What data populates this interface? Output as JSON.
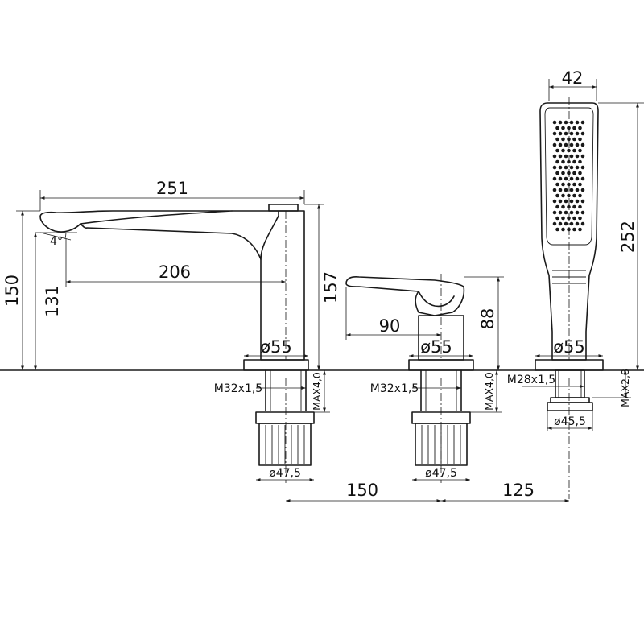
{
  "dimensions": {
    "spout_length": "251",
    "spout_reach": "206",
    "spout_angle": "4°",
    "spout_total_height": "150",
    "spout_outlet_height": "131",
    "spout_body_height": "157",
    "spout_base_diameter": "ø55",
    "spout_thread": "M32x1,5",
    "spout_max_deck": "MAX4,0",
    "spout_nut_diameter": "ø47,5",
    "mixer_lever_reach": "90",
    "mixer_height": "88",
    "mixer_base_diameter": "ø55",
    "mixer_thread": "M32x1,5",
    "mixer_max_deck": "MAX4,0",
    "mixer_nut_diameter": "ø47,5",
    "shower_width": "42",
    "shower_length": "252",
    "shower_base_diameter": "ø55",
    "shower_thread": "M28x1,5",
    "shower_max_deck": "MAX2,8",
    "shower_nut_diameter": "ø45,5",
    "spacing_spout_mixer": "150",
    "spacing_mixer_shower": "125"
  }
}
